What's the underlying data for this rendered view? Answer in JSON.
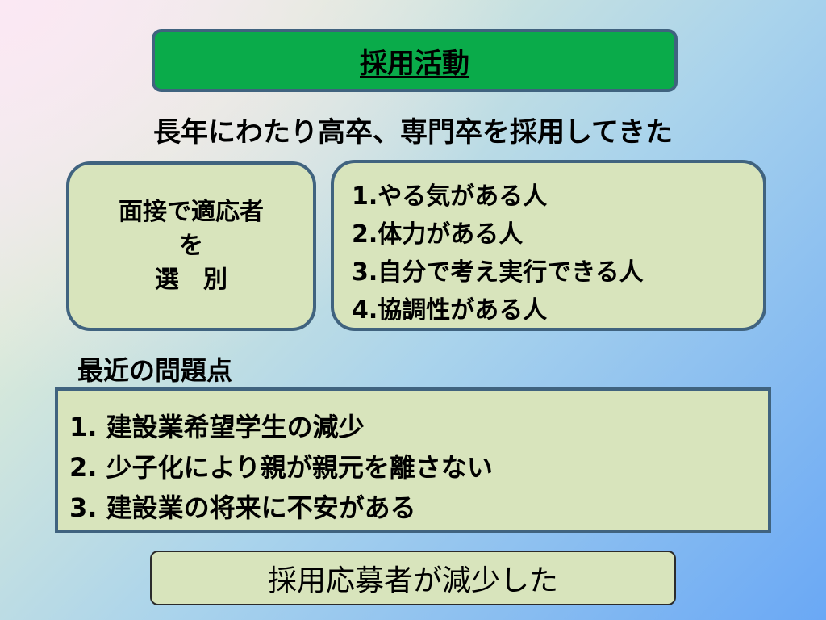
{
  "slide": {
    "title": "採用活動",
    "intro": "長年にわたり高卒、専門卒を採用してきた",
    "interview": {
      "lines": [
        "面接で適応者",
        "を",
        "選　別"
      ]
    },
    "criteria": [
      "1.やる気がある人",
      "2.体力がある人",
      "3.自分で考え実行できる人",
      "4.協調性がある人"
    ],
    "problems_heading": "最近の問題点",
    "problems": [
      "1. 建設業希望学生の減少",
      "2. 少子化により親が親元を離さない",
      "3. 建設業の将来に不安がある"
    ],
    "result": "採用応募者が減少した"
  },
  "colors": {
    "title_fill": "#0aab4a",
    "box_fill": "#d8e4bc",
    "box_border": "#40637f"
  }
}
